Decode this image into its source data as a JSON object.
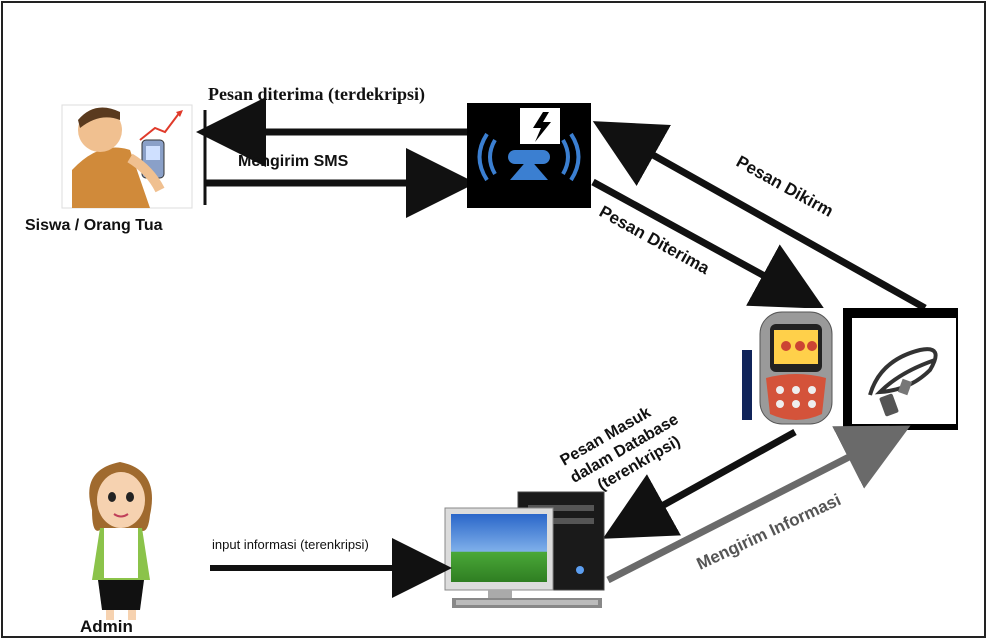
{
  "actors": {
    "student": "Siswa / Orang Tua",
    "admin": "Admin"
  },
  "flows": {
    "received_decrypted": "Pesan diterima (terdekripsi)",
    "send_sms": "Mengirim SMS",
    "message_sent": "Pesan Dikirm",
    "message_received": "Pesan Diterima",
    "db_line1": "Pesan Masuk",
    "db_line2": "dalam Database",
    "db_line3": "(terenkripsi)",
    "send_info": "Mengirim Informasi",
    "input_info": "input informasi (terenkripsi)"
  },
  "colors": {
    "arrow": "#111111",
    "arrow_gray": "#6a6a6a",
    "tower_bg": "#000000",
    "tower_wave": "#3b7fd1"
  },
  "icons": {
    "student": "person-phone-icon",
    "tower": "cell-tower-icon",
    "phone": "mobile-phone-icon",
    "cable": "usb-cable-icon",
    "computer": "desktop-computer-icon",
    "admin": "woman-avatar-icon"
  }
}
